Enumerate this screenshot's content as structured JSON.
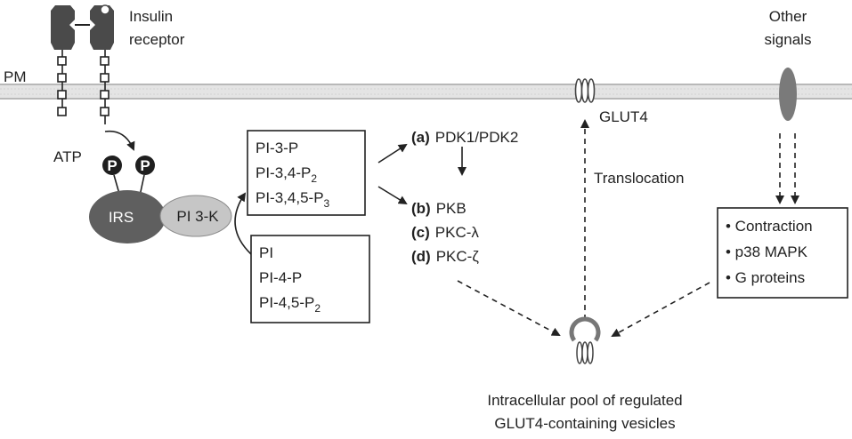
{
  "receptor": {
    "line1": "Insulin",
    "line2": "receptor"
  },
  "pm_label": "PM",
  "atp_label": "ATP",
  "phospho_label": "P",
  "irs_label": "IRS",
  "pi3k_label": "PI 3-K",
  "box_products": {
    "items": [
      {
        "base": "PI-3-P",
        "sub": ""
      },
      {
        "base": "PI-3,4-P",
        "sub": "2"
      },
      {
        "base": "PI-3,4,5-P",
        "sub": "3"
      }
    ]
  },
  "box_substrates": {
    "items": [
      {
        "base": "PI",
        "sub": ""
      },
      {
        "base": "PI-4-P",
        "sub": ""
      },
      {
        "base": "PI-4,5-P",
        "sub": "2"
      }
    ]
  },
  "kinases": {
    "a": {
      "letter": "(a)",
      "name": "PDK1/PDK2"
    },
    "b": {
      "letter": "(b)",
      "name": "PKB"
    },
    "c": {
      "letter": "(c)",
      "name": "PKC-λ"
    },
    "d": {
      "letter": "(d)",
      "name": "PKC-ζ"
    }
  },
  "glut4_label": "GLUT4",
  "translocation_label": "Translocation",
  "other_signals": {
    "line1": "Other",
    "line2": "signals"
  },
  "signals_box": [
    "• Contraction",
    "• p38 MAPK",
    "• G proteins"
  ],
  "pool": {
    "line1": "Intracellular pool of regulated",
    "line2": "GLUT4-containing vesicles"
  },
  "colors": {
    "membrane": "#c8c8c8",
    "receptor": "#4a4a4a",
    "irs": "#5f5f5f",
    "pi3k": "#c6c6c6",
    "other_signal": "#7a7a7a",
    "line": "#222222"
  }
}
